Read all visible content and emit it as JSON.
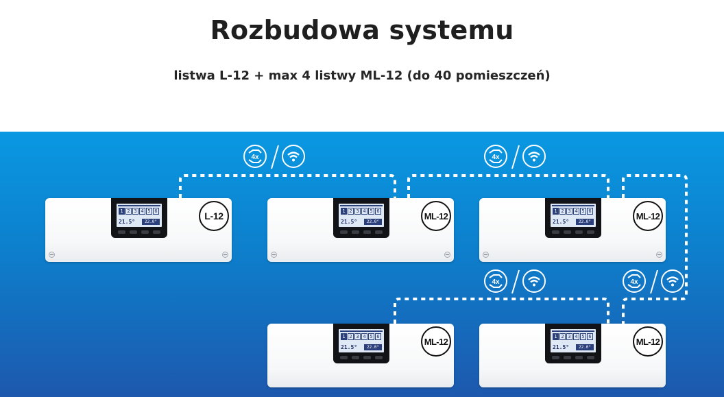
{
  "header": {
    "title": "Rozbudowa systemu",
    "subtitle": "listwa L-12 + max 4 listwy ML-12 (do 40 pomieszczeń)"
  },
  "modules": [
    {
      "label": "L-12"
    },
    {
      "label": "ML-12"
    },
    {
      "label": "ML-12"
    },
    {
      "label": "ML-12"
    },
    {
      "label": "ML-12"
    }
  ],
  "lcd": {
    "zones": [
      "1",
      "2",
      "3",
      "4",
      "5",
      "6"
    ],
    "temp": "21.5°",
    "temp_small": "22.0°"
  },
  "connection_icons": {
    "wired": "cable-4x-icon",
    "wireless": "wifi-icon",
    "wired_text": "4x"
  },
  "colors": {
    "panel_top": "#0a98e2",
    "panel_bottom": "#1d58ad",
    "link": "#ffffff"
  }
}
